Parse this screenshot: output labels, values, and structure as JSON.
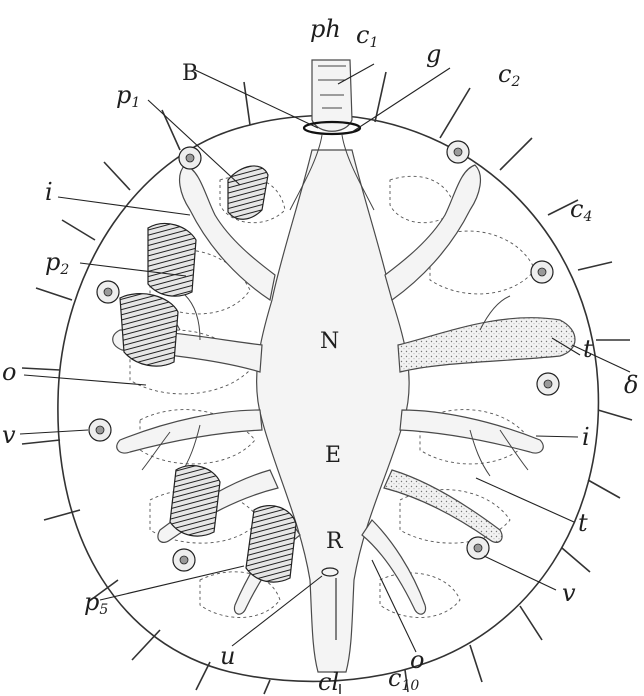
{
  "figure": {
    "labels": {
      "ph": "ph",
      "c1_main": "c",
      "c1_sub": "1",
      "g": "g",
      "c2_main": "c",
      "c2_sub": "2",
      "B": "B",
      "p1_main": "p",
      "p1_sub": "1",
      "c4_main": "c",
      "c4_sub": "4",
      "i_left": "i",
      "p2_main": "p",
      "p2_sub": "2",
      "N": "N",
      "t_right_upper": "t",
      "o_left": "o",
      "delta": "δ",
      "v_left": "v",
      "i_right": "i",
      "E": "E",
      "t_right_lower": "t",
      "R": "R",
      "v_right": "v",
      "p5_main": "p",
      "p5_sub": "5",
      "u": "u",
      "o_bottom": "o",
      "cl": "cl",
      "c10_main": "c",
      "c10_sub": "10"
    }
  }
}
